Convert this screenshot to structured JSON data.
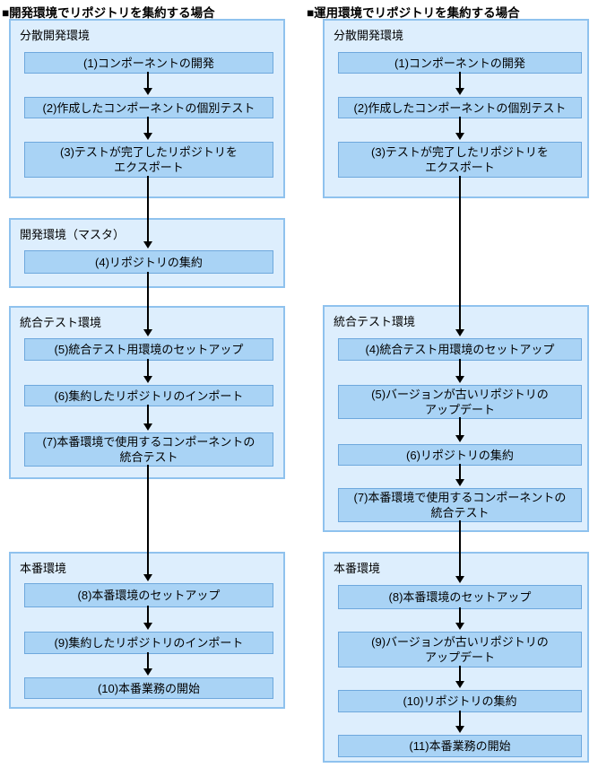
{
  "left": {
    "title": "■開発環境でリポジトリを集約する場合",
    "groups": [
      {
        "label": "分散開発環境",
        "steps": [
          "(1)コンポーネントの開発",
          "(2)作成したコンポーネントの個別テスト",
          "(3)テストが完了したリポジトリを\nエクスポート"
        ]
      },
      {
        "label": "開発環境（マスタ）",
        "steps": [
          "(4)リポジトリの集約"
        ]
      },
      {
        "label": "統合テスト環境",
        "steps": [
          "(5)統合テスト用環境のセットアップ",
          "(6)集約したリポジトリのインポート",
          "(7)本番環境で使用するコンポーネントの\n統合テスト"
        ]
      },
      {
        "label": "本番環境",
        "steps": [
          "(8)本番環境のセットアップ",
          "(9)集約したリポジトリのインポート",
          "(10)本番業務の開始"
        ]
      }
    ]
  },
  "right": {
    "title": "■運用環境でリポジトリを集約する場合",
    "groups": [
      {
        "label": "分散開発環境",
        "steps": [
          "(1)コンポーネントの開発",
          "(2)作成したコンポーネントの個別テスト",
          "(3)テストが完了したリポジトリを\nエクスポート"
        ]
      },
      {
        "label": "統合テスト環境",
        "steps": [
          "(4)統合テスト用環境のセットアップ",
          "(5)バージョンが古いリポジトリの\nアップデート",
          "(6)リポジトリの集約",
          "(7)本番環境で使用するコンポーネントの\n統合テスト"
        ]
      },
      {
        "label": "本番環境",
        "steps": [
          "(8)本番環境のセットアップ",
          "(9)バージョンが古いリポジトリの\nアップデート",
          "(10)リポジトリの集約",
          "(11)本番業務の開始"
        ]
      }
    ]
  },
  "colors": {
    "group_fill": "#ddeefd",
    "group_border": "#8fc2ee",
    "step_fill": "#a9d3f5",
    "step_border": "#6ea8dd",
    "arrow": "#000000",
    "text": "#000000",
    "background": "#ffffff"
  }
}
